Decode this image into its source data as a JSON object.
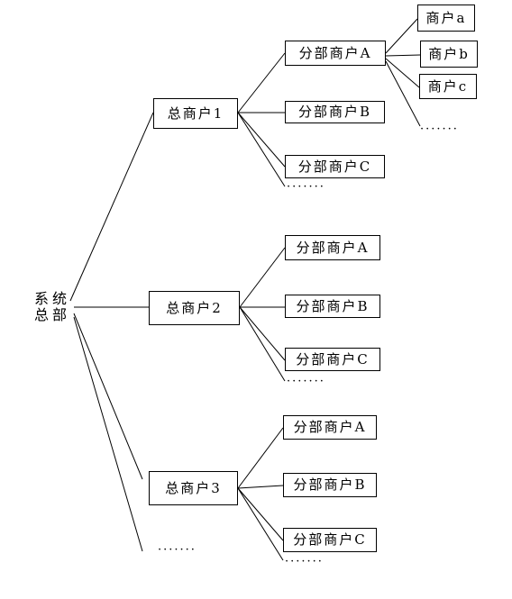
{
  "root": {
    "line1": "系统",
    "line2": "总部"
  },
  "tier1": [
    {
      "label": "总商户1"
    },
    {
      "label": "总商户2"
    },
    {
      "label": "总商户3"
    }
  ],
  "tier2": [
    {
      "label": "分部商户A"
    },
    {
      "label": "分部商户B"
    },
    {
      "label": "分部商户C"
    },
    {
      "label": "分部商户A"
    },
    {
      "label": "分部商户B"
    },
    {
      "label": "分部商户C"
    },
    {
      "label": "分部商户A"
    },
    {
      "label": "分部商户B"
    },
    {
      "label": "分部商户C"
    }
  ],
  "tier3": [
    {
      "label": "商户a"
    },
    {
      "label": "商户b"
    },
    {
      "label": "商户c"
    }
  ],
  "ellipsis": "·······",
  "colors": {
    "line": "#000000",
    "box_border": "#000000",
    "background": "#ffffff"
  }
}
